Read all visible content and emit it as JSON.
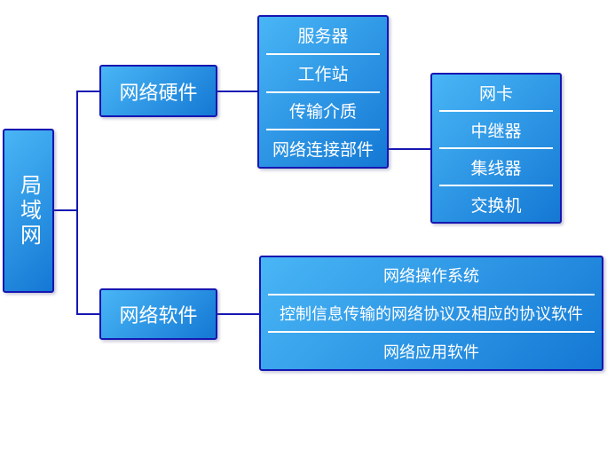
{
  "root": {
    "label": "局域网"
  },
  "hardware": {
    "label": "网络硬件",
    "components": [
      "服务器",
      "工作站",
      "传输介质",
      "网络连接部件"
    ],
    "connection_parts": [
      "网卡",
      "中继器",
      "集线器",
      "交换机"
    ]
  },
  "software": {
    "label": "网络软件",
    "components": [
      "网络操作系统",
      "控制信息传输的网络协议及相应的协议软件",
      "网络应用软件"
    ]
  },
  "colors": {
    "node_border": "#1616b2",
    "connector": "#1616b2",
    "node_fill_light": "#49b6f6",
    "node_fill_dark": "#1478d4",
    "divider": "#ffffff",
    "text": "#ffffff",
    "background": "#ffffff"
  }
}
